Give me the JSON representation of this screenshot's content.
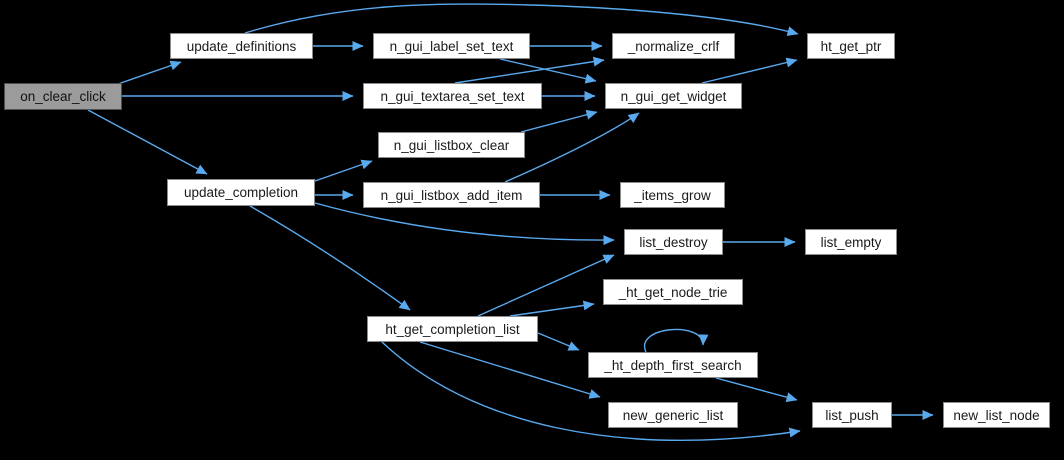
{
  "graph": {
    "type": "call-graph",
    "current_node": "on_clear_click",
    "colors": {
      "background": "#000000",
      "edge": "#58a9ee",
      "node_fill": "#ffffff",
      "node_border": "#8b8b8b",
      "current_node_fill": "#9b9b9b",
      "current_node_border": "#4f4f4f",
      "text": "#1a1a1a"
    },
    "nodes": [
      {
        "id": "on_clear_click",
        "label": "on_clear_click",
        "current": true
      },
      {
        "id": "update_definitions",
        "label": "update_definitions",
        "current": false
      },
      {
        "id": "n_gui_label_set_text",
        "label": "n_gui_label_set_text",
        "current": false
      },
      {
        "id": "_normalize_crlf",
        "label": "_normalize_crlf",
        "current": false
      },
      {
        "id": "ht_get_ptr",
        "label": "ht_get_ptr",
        "current": false
      },
      {
        "id": "n_gui_textarea_set_text",
        "label": "n_gui_textarea_set_text",
        "current": false
      },
      {
        "id": "n_gui_get_widget",
        "label": "n_gui_get_widget",
        "current": false
      },
      {
        "id": "n_gui_listbox_clear",
        "label": "n_gui_listbox_clear",
        "current": false
      },
      {
        "id": "update_completion",
        "label": "update_completion",
        "current": false
      },
      {
        "id": "n_gui_listbox_add_item",
        "label": "n_gui_listbox_add_item",
        "current": false
      },
      {
        "id": "_items_grow",
        "label": "_items_grow",
        "current": false
      },
      {
        "id": "list_destroy",
        "label": "list_destroy",
        "current": false
      },
      {
        "id": "list_empty",
        "label": "list_empty",
        "current": false
      },
      {
        "id": "_ht_get_node_trie",
        "label": "_ht_get_node_trie",
        "current": false
      },
      {
        "id": "ht_get_completion_list",
        "label": "ht_get_completion_list",
        "current": false
      },
      {
        "id": "_ht_depth_first_search",
        "label": "_ht_depth_first_search",
        "current": false
      },
      {
        "id": "new_generic_list",
        "label": "new_generic_list",
        "current": false
      },
      {
        "id": "list_push",
        "label": "list_push",
        "current": false
      },
      {
        "id": "new_list_node",
        "label": "new_list_node",
        "current": false
      }
    ],
    "edges": [
      {
        "from": "on_clear_click",
        "to": "update_definitions"
      },
      {
        "from": "on_clear_click",
        "to": "n_gui_textarea_set_text"
      },
      {
        "from": "on_clear_click",
        "to": "update_completion"
      },
      {
        "from": "update_definitions",
        "to": "n_gui_label_set_text"
      },
      {
        "from": "update_definitions",
        "to": "ht_get_ptr"
      },
      {
        "from": "n_gui_label_set_text",
        "to": "_normalize_crlf"
      },
      {
        "from": "n_gui_label_set_text",
        "to": "n_gui_get_widget"
      },
      {
        "from": "n_gui_textarea_set_text",
        "to": "_normalize_crlf"
      },
      {
        "from": "n_gui_textarea_set_text",
        "to": "n_gui_get_widget"
      },
      {
        "from": "n_gui_get_widget",
        "to": "ht_get_ptr"
      },
      {
        "from": "update_completion",
        "to": "n_gui_listbox_clear"
      },
      {
        "from": "update_completion",
        "to": "n_gui_listbox_add_item"
      },
      {
        "from": "update_completion",
        "to": "list_destroy"
      },
      {
        "from": "update_completion",
        "to": "ht_get_completion_list"
      },
      {
        "from": "n_gui_listbox_clear",
        "to": "n_gui_get_widget"
      },
      {
        "from": "n_gui_listbox_add_item",
        "to": "n_gui_get_widget"
      },
      {
        "from": "n_gui_listbox_add_item",
        "to": "_items_grow"
      },
      {
        "from": "list_destroy",
        "to": "list_empty"
      },
      {
        "from": "ht_get_completion_list",
        "to": "list_destroy"
      },
      {
        "from": "ht_get_completion_list",
        "to": "_ht_get_node_trie"
      },
      {
        "from": "ht_get_completion_list",
        "to": "_ht_depth_first_search"
      },
      {
        "from": "ht_get_completion_list",
        "to": "new_generic_list"
      },
      {
        "from": "ht_get_completion_list",
        "to": "list_push"
      },
      {
        "from": "_ht_depth_first_search",
        "to": "_ht_depth_first_search"
      },
      {
        "from": "_ht_depth_first_search",
        "to": "list_push"
      },
      {
        "from": "list_push",
        "to": "new_list_node"
      }
    ]
  }
}
